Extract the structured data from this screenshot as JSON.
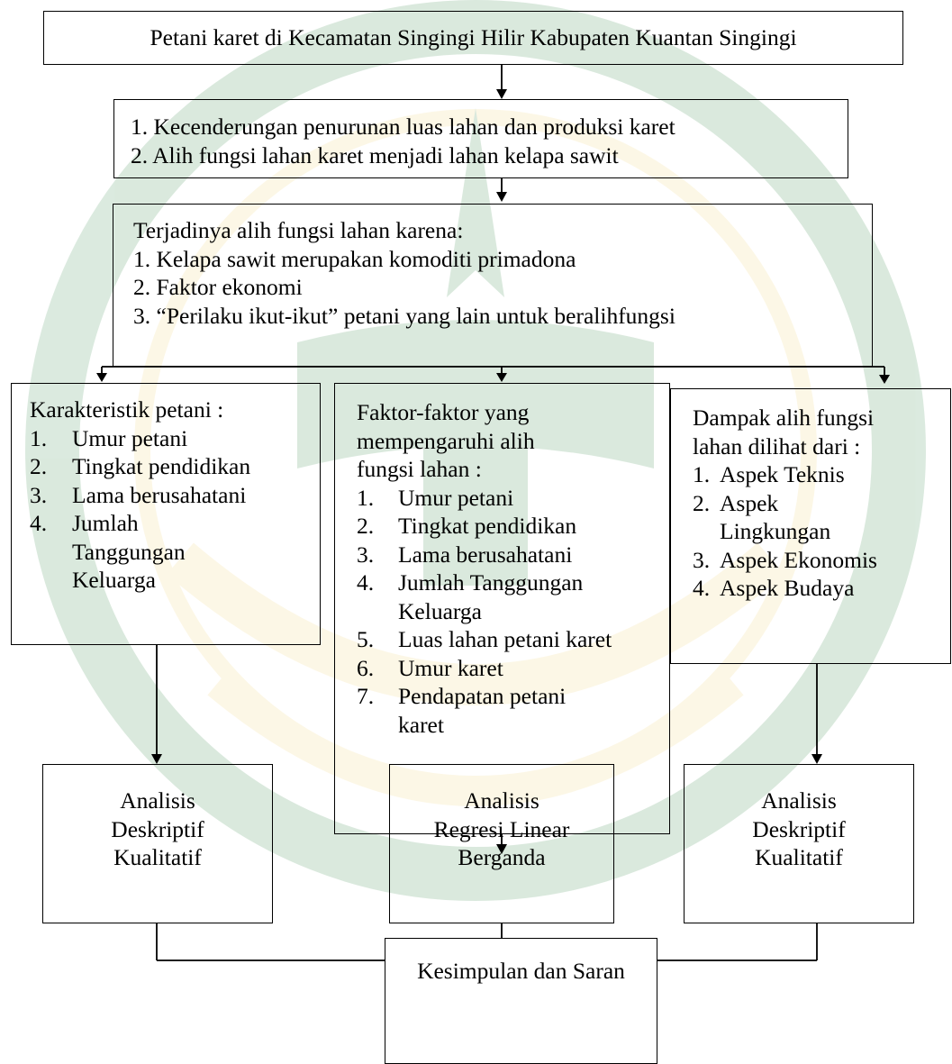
{
  "top_box": "Petani karet di Kecamatan Singingi Hilir Kabupaten Kuantan Singingi",
  "problem_box": [
    "1. Kecenderungan penurunan luas lahan dan produksi karet",
    "2. Alih fungsi lahan karet menjadi lahan kelapa sawit"
  ],
  "reason_box": {
    "heading": "Terjadinya alih fungsi lahan karena:",
    "items": [
      "1. Kelapa sawit merupakan komoditi primadona",
      "2. Faktor ekonomi",
      "3. “Perilaku ikut-ikut” petani yang lain untuk beralihfungsi"
    ]
  },
  "left_box": {
    "heading": "Karakteristik petani :",
    "items": [
      {
        "num": "1.",
        "text": "Umur petani"
      },
      {
        "num": "2.",
        "text": "Tingkat pendidikan"
      },
      {
        "num": "3.",
        "text": "Lama berusahatani"
      },
      {
        "num": "4.",
        "text": "Jumlah Tanggungan Keluarga"
      }
    ]
  },
  "middle_box": {
    "heading_lines": [
      "Faktor-faktor yang",
      "mempengaruhi alih",
      "fungsi lahan :"
    ],
    "items": [
      {
        "num": "1.",
        "text": "Umur petani"
      },
      {
        "num": "2.",
        "text": "Tingkat pendidikan"
      },
      {
        "num": "3.",
        "text": "Lama berusahatani"
      },
      {
        "num": "4.",
        "text": "Jumlah Tanggungan Keluarga"
      },
      {
        "num": "5.",
        "text": "Luas lahan petani karet"
      },
      {
        "num": "6.",
        "text": "Umur karet"
      },
      {
        "num": "7.",
        "text": "Pendapatan petani karet"
      }
    ]
  },
  "right_box": {
    "heading_lines": [
      "Dampak alih fungsi",
      "lahan dilihat dari :"
    ],
    "items": [
      {
        "num": "1.",
        "text": "Aspek Teknis"
      },
      {
        "num": "2.",
        "text": "Aspek Lingkungan"
      },
      {
        "num": "3.",
        "text": "Aspek Ekonomis"
      },
      {
        "num": "4.",
        "text": "Aspek Budaya"
      }
    ]
  },
  "analysis_left": [
    "Analisis",
    "Deskriptif",
    "Kualitatif"
  ],
  "analysis_middle": [
    "Analisis",
    "Regresi Linear",
    "Berganda"
  ],
  "analysis_right": [
    "Analisis",
    "Deskriptif",
    "Kualitatif"
  ],
  "conclusion_box": "Kesimpulan dan Saran",
  "colors": {
    "line": "#000000",
    "watermark_green": "#1f7a35",
    "watermark_gold": "#f2cf6a"
  }
}
